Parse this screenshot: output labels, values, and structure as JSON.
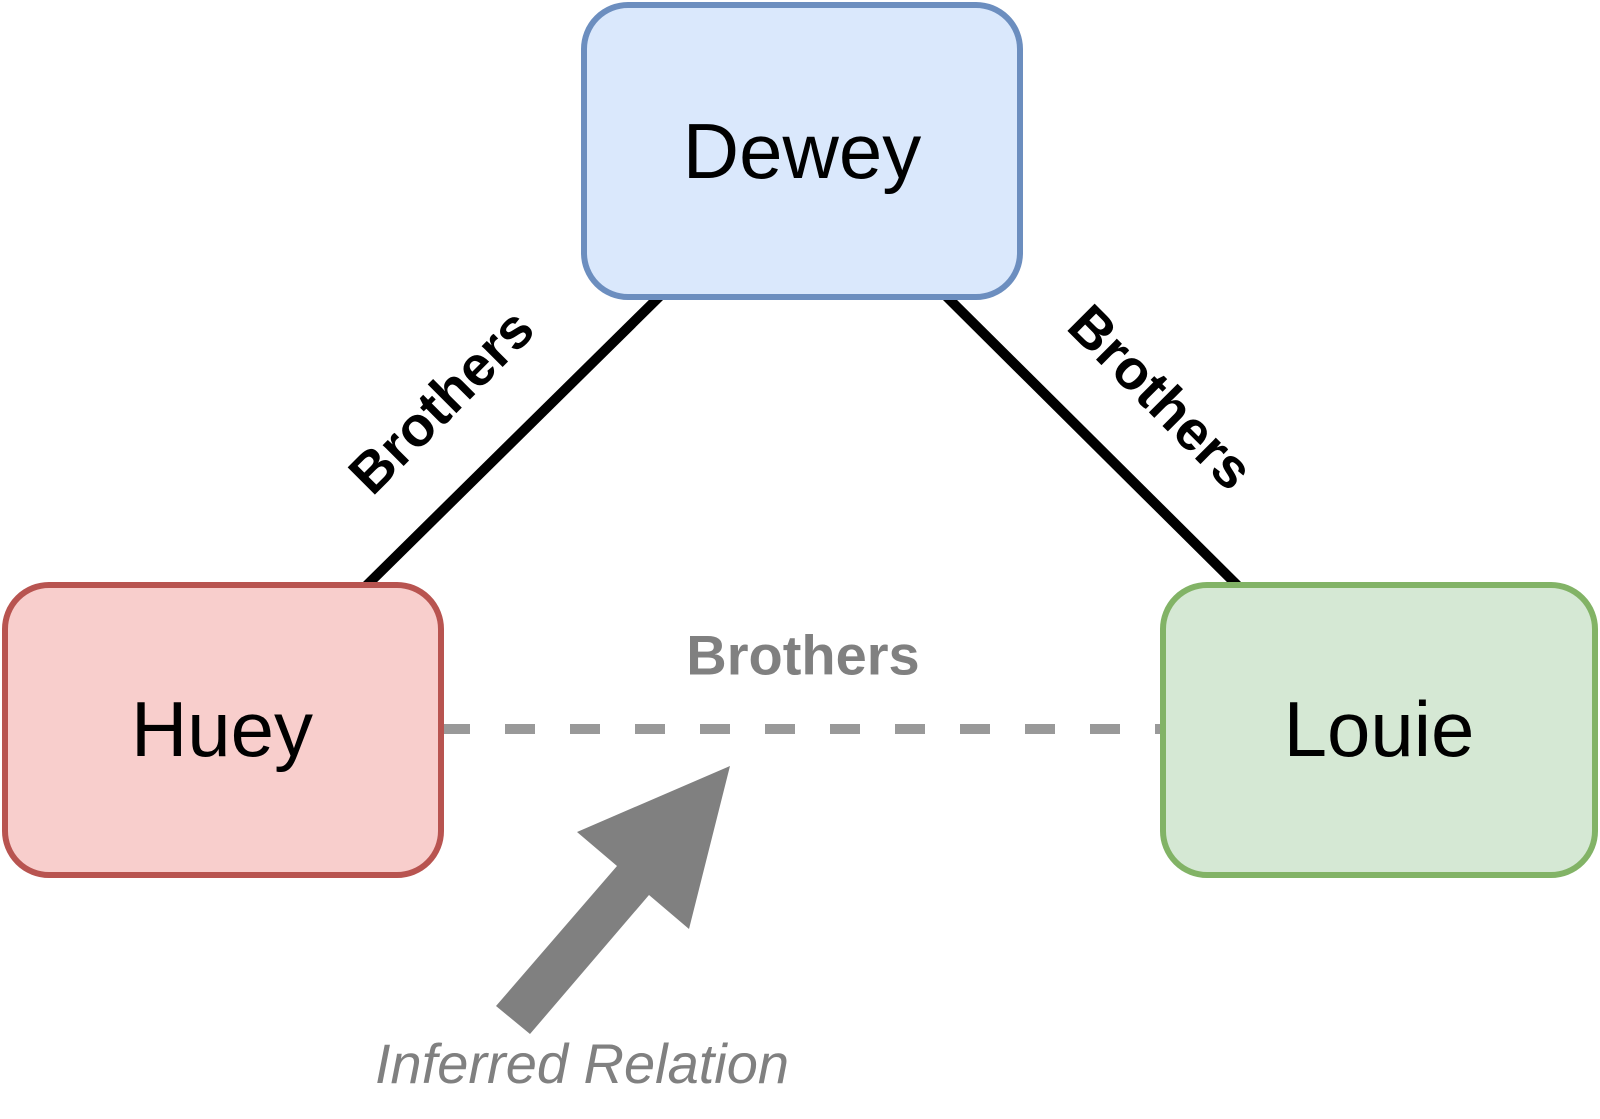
{
  "colors": {
    "dewey_fill": "#dae8fc",
    "dewey_stroke": "#6c8ebf",
    "huey_fill": "#f8cecc",
    "huey_stroke": "#b85450",
    "louie_fill": "#d5e8d4",
    "louie_stroke": "#82b366",
    "edge": "#000000",
    "inferred": "#999999",
    "arrow": "#808080"
  },
  "nodes": {
    "dewey": {
      "label": "Dewey"
    },
    "huey": {
      "label": "Huey"
    },
    "louie": {
      "label": "Louie"
    }
  },
  "edges": {
    "dewey_huey": {
      "label": "Brothers",
      "style": "solid"
    },
    "dewey_louie": {
      "label": "Brothers",
      "style": "solid"
    },
    "huey_louie": {
      "label": "Brothers",
      "style": "dashed"
    }
  },
  "annotation": {
    "text": "Inferred Relation",
    "icon": "arrow-up-right-icon"
  }
}
